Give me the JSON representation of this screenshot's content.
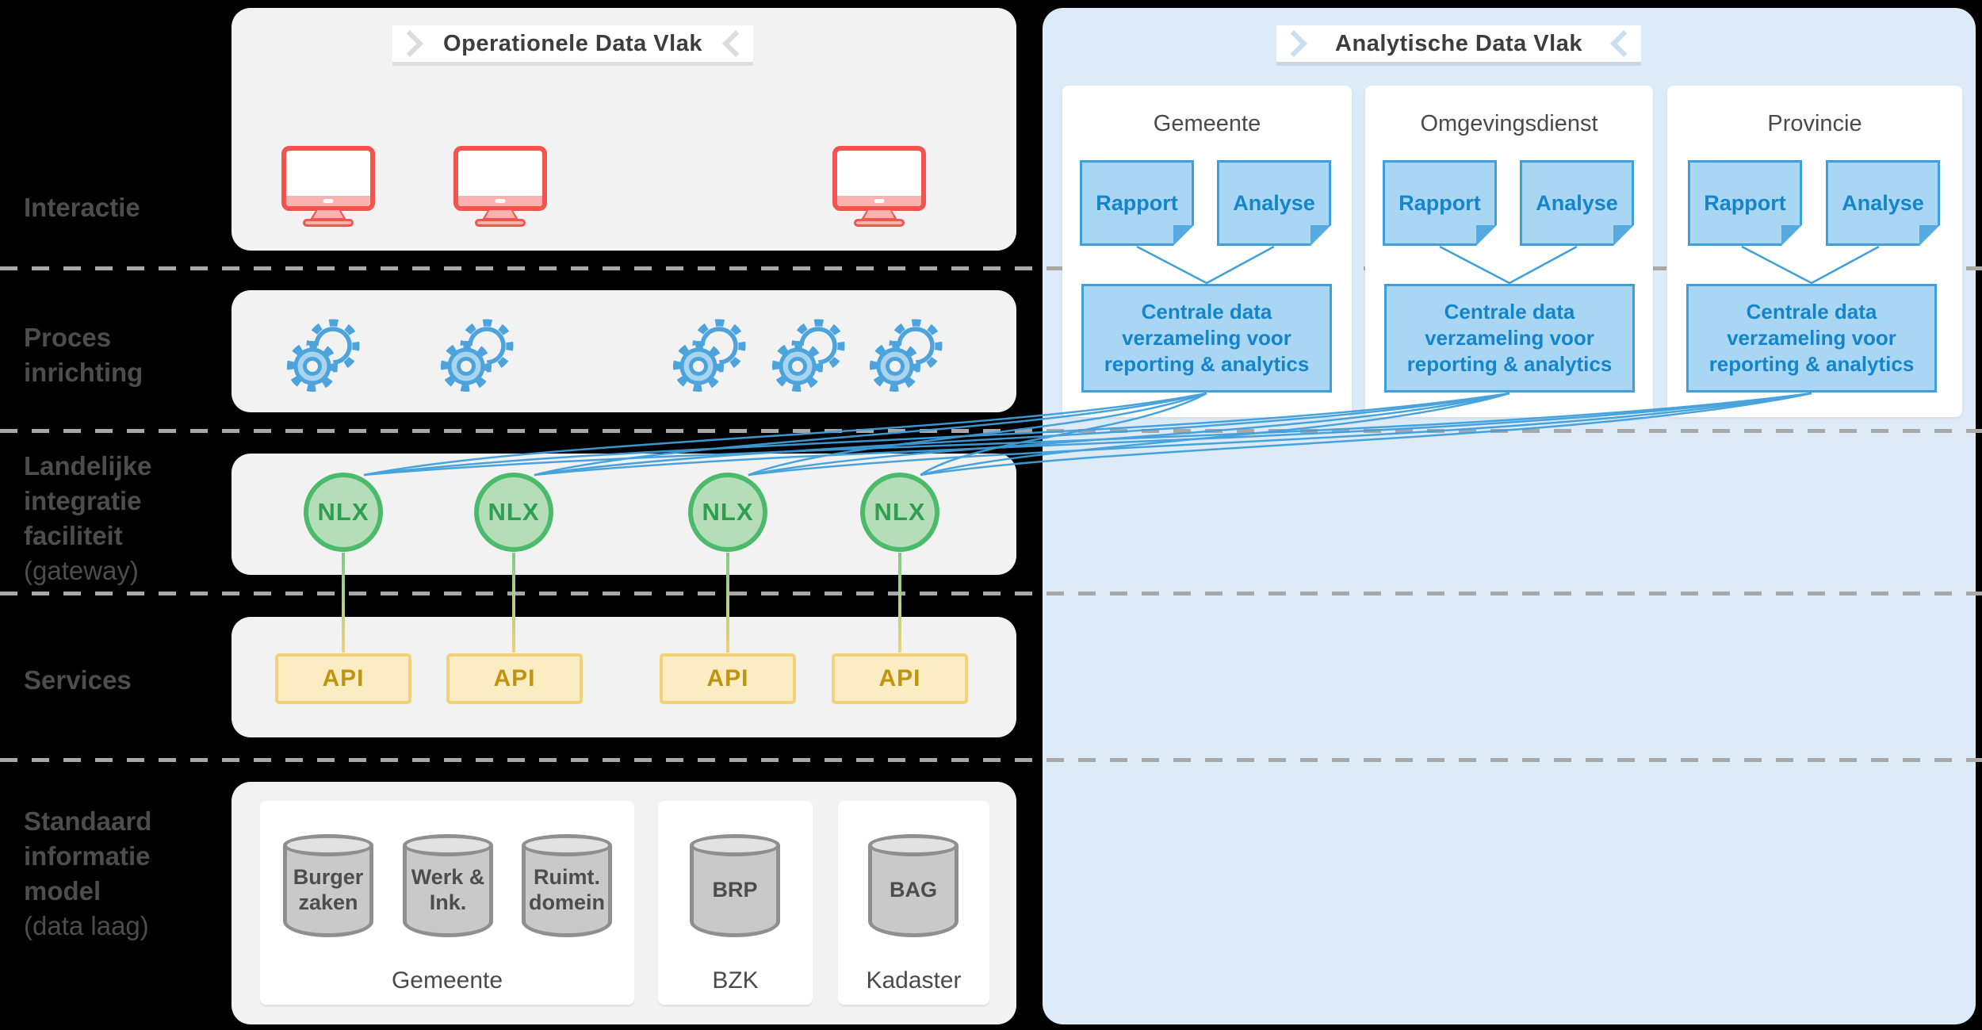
{
  "banners": {
    "operational": "Operationele Data Vlak",
    "analytical": "Analytische Data Vlak"
  },
  "rows": [
    {
      "label": "Interactie",
      "sublabel": ""
    },
    {
      "label": "Proces inrichting",
      "sublabel": ""
    },
    {
      "label": "Landelijke integratie faciliteit",
      "sublabel": "(gateway)"
    },
    {
      "label": "Services",
      "sublabel": ""
    },
    {
      "label": "Standaard informatie model",
      "sublabel": "(data laag)"
    }
  ],
  "gateway_nodes": [
    "NLX",
    "NLX",
    "NLX",
    "NLX"
  ],
  "service_nodes": [
    "API",
    "API",
    "API",
    "API"
  ],
  "data_layer": {
    "groups": [
      {
        "caption": "Gemeente",
        "databases": [
          "Burger zaken",
          "Werk & Ink.",
          "Ruimt. domein"
        ]
      },
      {
        "caption": "BZK",
        "databases": [
          "BRP"
        ]
      },
      {
        "caption": "Kadaster",
        "databases": [
          "BAG"
        ]
      }
    ]
  },
  "analytics": {
    "cards": [
      {
        "title": "Gemeente",
        "doc1": "Rapport",
        "doc2": "Analyse",
        "central": "Centrale data verzameling voor reporting & analytics"
      },
      {
        "title": "Omgevingsdienst",
        "doc1": "Rapport",
        "doc2": "Analyse",
        "central": "Centrale data verzameling voor reporting & analytics"
      },
      {
        "title": "Provincie",
        "doc1": "Rapport",
        "doc2": "Analyse",
        "central": "Centrale data verzameling voor reporting & analytics"
      }
    ]
  },
  "icons": {
    "monitor": "red desktop monitor",
    "gears": "blue double-gear process",
    "nlx_node": "green circle gateway node",
    "database": "gray database cylinder",
    "note": "blue folded-corner document"
  },
  "colors": {
    "background": "#000000",
    "lane_bg": "#f2f2f2",
    "panel_bg": "#dcebf7",
    "accent_red": "#f4544e",
    "accent_blue": "#3f9fdc",
    "blue_text": "#1585cb",
    "note_fill": "#a9d6f2",
    "accent_green": "#4cba6b",
    "green_fill": "#b5ddb7",
    "green_text": "#2f9e50",
    "accent_yellow": "#f3d27c",
    "yellow_fill": "#fbecc4",
    "yellow_text": "#bf940f",
    "cylinder_fill": "#c9c9c9",
    "cylinder_border": "#8f8f8f",
    "label_gray": "#4d4d4d"
  }
}
